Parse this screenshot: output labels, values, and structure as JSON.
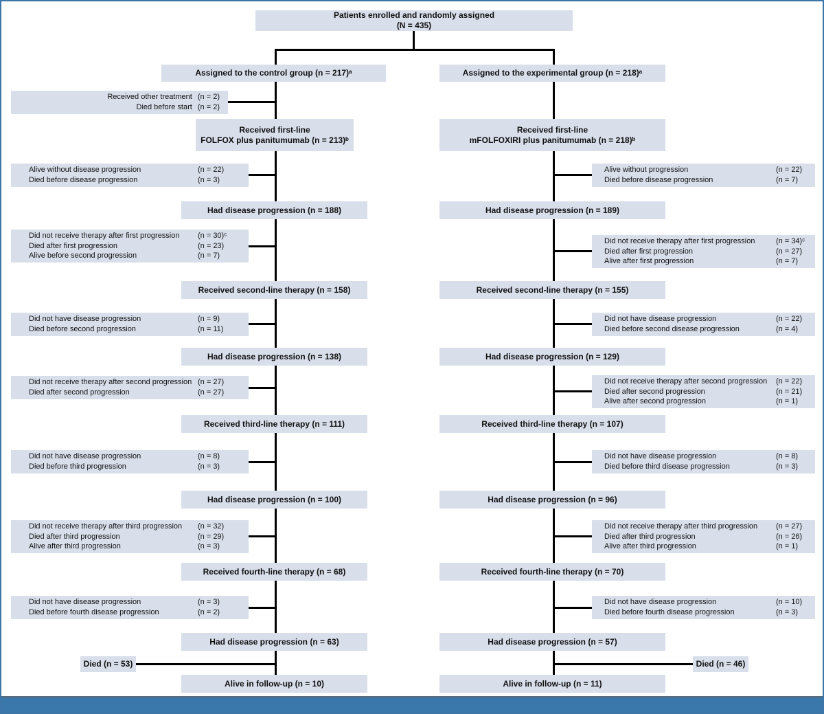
{
  "colors": {
    "box_fill": "#d8deea",
    "frame_blue": "#3c76a8",
    "footer_bar": "#3a77aa",
    "line": "#000000",
    "text": "#111111"
  },
  "enrollment": {
    "line1": "Patients enrolled and randomly assigned",
    "line2": "(N = 435)"
  },
  "control": {
    "assigned": "Assigned to the control group (n = 217)ᵃ",
    "first_line": {
      "line1": "Received first-line",
      "line2": "FOLFOX plus panitumumab (n = 213)ᵇ"
    },
    "progression1": "Had disease progression (n = 188)",
    "second_line": "Received second-line therapy (n = 158)",
    "progression2": "Had disease progression (n = 138)",
    "third_line": "Received third-line therapy (n = 111)",
    "progression3": "Had disease progression (n = 100)",
    "fourth_line": "Received fourth-line therapy (n = 68)",
    "progression4": "Had disease progression (n = 63)",
    "died": "Died (n = 53)",
    "alive": "Alive in follow-up (n = 10)",
    "exclusions": {
      "not_started": {
        "rows": [
          {
            "label": "Received other treatment",
            "value": "(n = 2)"
          },
          {
            "label": "Died before start",
            "value": "(n = 2)"
          }
        ]
      },
      "first_line": {
        "rows": [
          {
            "label": "Alive without disease progression",
            "value": "(n = 22)"
          },
          {
            "label": "Died before disease progression",
            "value": "(n = 3)"
          }
        ]
      },
      "after_first": {
        "rows": [
          {
            "label": "Did not receive therapy after first progression",
            "value": "(n = 30)ᶜ"
          },
          {
            "label": "Died after first progression",
            "value": "(n = 23)"
          },
          {
            "label": "Alive before second progression",
            "value": "(n = 7)"
          }
        ]
      },
      "second_line": {
        "rows": [
          {
            "label": "Did not have disease progression",
            "value": "(n = 9)"
          },
          {
            "label": "Died before second progression",
            "value": "(n = 11)"
          }
        ]
      },
      "after_second": {
        "rows": [
          {
            "label": "Did not receive therapy after second progression",
            "value": "(n = 27)"
          },
          {
            "label": "Died after second progression",
            "value": "(n = 27)"
          }
        ]
      },
      "third_line": {
        "rows": [
          {
            "label": "Did not have disease progression",
            "value": "(n = 8)"
          },
          {
            "label": "Died before third progression",
            "value": "(n = 3)"
          }
        ]
      },
      "after_third": {
        "rows": [
          {
            "label": "Did not receive therapy after third progression",
            "value": "(n = 32)"
          },
          {
            "label": "Died after third progression",
            "value": "(n = 29)"
          },
          {
            "label": "Alive after third progression",
            "value": "(n = 3)"
          }
        ]
      },
      "fourth_line": {
        "rows": [
          {
            "label": "Did not have disease progression",
            "value": "(n = 3)"
          },
          {
            "label": "Died before fourth disease progression",
            "value": "(n = 2)"
          }
        ]
      }
    }
  },
  "experimental": {
    "assigned": "Assigned to the experimental group (n = 218)ᵃ",
    "first_line": {
      "line1": "Received first-line",
      "line2": "mFOLFOXIRI plus panitumumab (n = 218)ᵇ"
    },
    "progression1": "Had disease progression (n = 189)",
    "second_line": "Received second-line therapy (n = 155)",
    "progression2": "Had disease progression (n = 129)",
    "third_line": "Received third-line therapy (n = 107)",
    "progression3": "Had disease progression (n = 96)",
    "fourth_line": "Received fourth-line therapy (n = 70)",
    "progression4": "Had disease progression (n = 57)",
    "died": "Died (n = 46)",
    "alive": "Alive in follow-up (n = 11)",
    "exclusions": {
      "first_line": {
        "rows": [
          {
            "label": "Alive without progression",
            "value": "(n = 22)"
          },
          {
            "label": "Died before disease progression",
            "value": "(n = 7)"
          }
        ]
      },
      "after_first": {
        "rows": [
          {
            "label": "Did not receive therapy after first progression",
            "value": "(n = 34)ᶜ"
          },
          {
            "label": "Died after first progression",
            "value": "(n = 27)"
          },
          {
            "label": "Alive after first progression",
            "value": "(n = 7)"
          }
        ]
      },
      "second_line": {
        "rows": [
          {
            "label": "Did not have disease progression",
            "value": "(n = 22)"
          },
          {
            "label": "Died before second disease progression",
            "value": "(n = 4)"
          }
        ]
      },
      "after_second": {
        "rows": [
          {
            "label": "Did not receive therapy after second progression",
            "value": "(n = 22)"
          },
          {
            "label": "Died after second progression",
            "value": "(n = 21)"
          },
          {
            "label": "Alive after second progression",
            "value": "(n = 1)"
          }
        ]
      },
      "third_line": {
        "rows": [
          {
            "label": "Did not have disease progression",
            "value": "(n = 8)"
          },
          {
            "label": "Died before third disease progression",
            "value": "(n = 3)"
          }
        ]
      },
      "after_third": {
        "rows": [
          {
            "label": "Did not receive therapy after third progression",
            "value": "(n = 27)"
          },
          {
            "label": "Died after third progression",
            "value": "(n = 26)"
          },
          {
            "label": "Alive after third progression",
            "value": "(n = 1)"
          }
        ]
      },
      "fourth_line": {
        "rows": [
          {
            "label": "Did not have disease progression",
            "value": "(n = 10)"
          },
          {
            "label": "Died before fourth disease progression",
            "value": "(n = 3)"
          }
        ]
      }
    }
  }
}
